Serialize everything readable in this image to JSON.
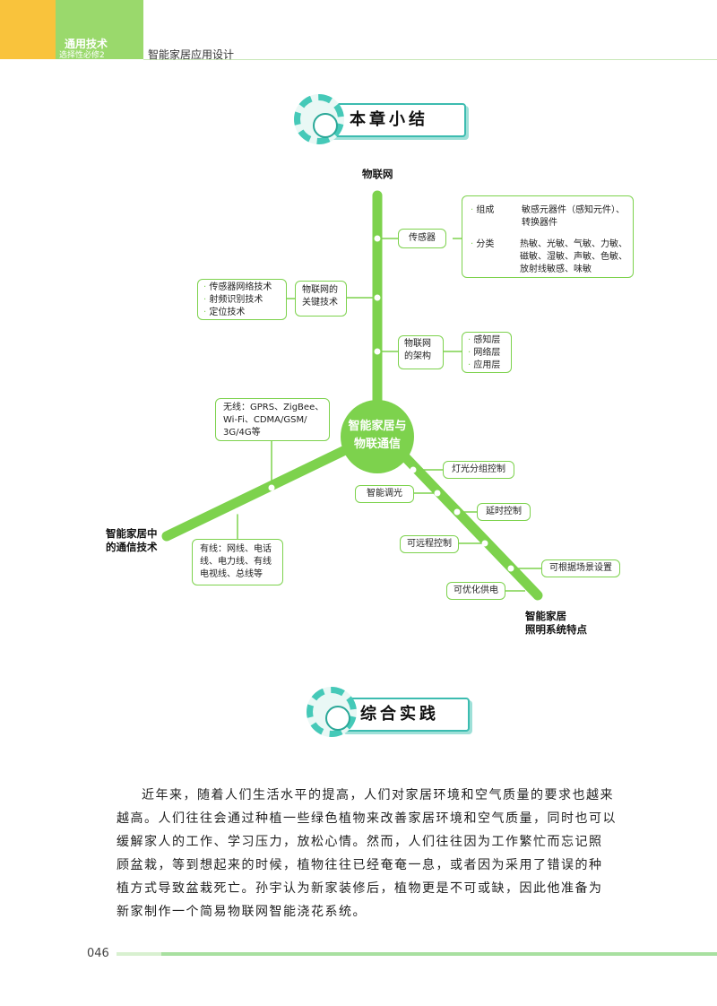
{
  "header": {
    "book_title": "通用技术",
    "book_subtitle": "选择性必修2",
    "chapter_title": "智能家居应用设计"
  },
  "summary_title": "本章小结",
  "practice_title": "综合实践",
  "mindmap": {
    "center": [
      "智能家居与",
      "物联通信"
    ],
    "iot": {
      "label": "物联网",
      "sensor": {
        "label": "传感器",
        "composition_label": "组成",
        "composition_lines": [
          "敏感元器件（感知元件）、",
          "转换器件"
        ],
        "classification_label": "分类",
        "classification_lines": [
          "热敏、光敏、气敏、力敏、",
          "磁敏、湿敏、声敏、色敏、",
          "放射线敏感、味敏"
        ]
      },
      "key_tech": {
        "label_lines": [
          "物联网的",
          "关键技术"
        ],
        "items": [
          "传感器网络技术",
          "射频识别技术",
          "定位技术"
        ]
      },
      "architecture": {
        "label_lines": [
          "物联网",
          "的架构"
        ],
        "layers": [
          "感知层",
          "网络层",
          "应用层"
        ]
      }
    },
    "comm": {
      "label_lines": [
        "智能家居中",
        "的通信技术"
      ],
      "wireless_lines": [
        "无线：GPRS、ZigBee、",
        "Wi-Fi、CDMA/GSM/",
        "3G/4G等"
      ],
      "wired_lines": [
        "有线：网线、电话",
        "线、电力线、有线",
        "电视线、总线等"
      ]
    },
    "lighting": {
      "label_lines": [
        "智能家居",
        "照明系统特点"
      ],
      "features": [
        "灯光分组控制",
        "智能调光",
        "延时控制",
        "可远程控制",
        "可根据场景设置",
        "可优化供电"
      ]
    }
  },
  "paragraph_lines": [
    "近年来，随着人们生活水平的提高，人们对家居环境和空气质量的要求也越来",
    "越高。人们往往会通过种植一些绿色植物来改善家居环境和空气质量，同时也可以",
    "缓解家人的工作、学习压力，放松心情。然而，人们往往因为工作繁忙而忘记照",
    "顾盆栽，等到想起来的时候，植物往往已经奄奄一息，或者因为采用了错误的种",
    "植方式导致盆栽死亡。孙宇认为新家装修后，植物更是不可或缺，因此他准备为",
    "新家制作一个简易物联网智能浇花系统。"
  ],
  "page_number": "046",
  "colors": {
    "accent_green": "#7dd24d",
    "teal": "#3cbcb0",
    "header_yellow": "#f9c33c"
  }
}
